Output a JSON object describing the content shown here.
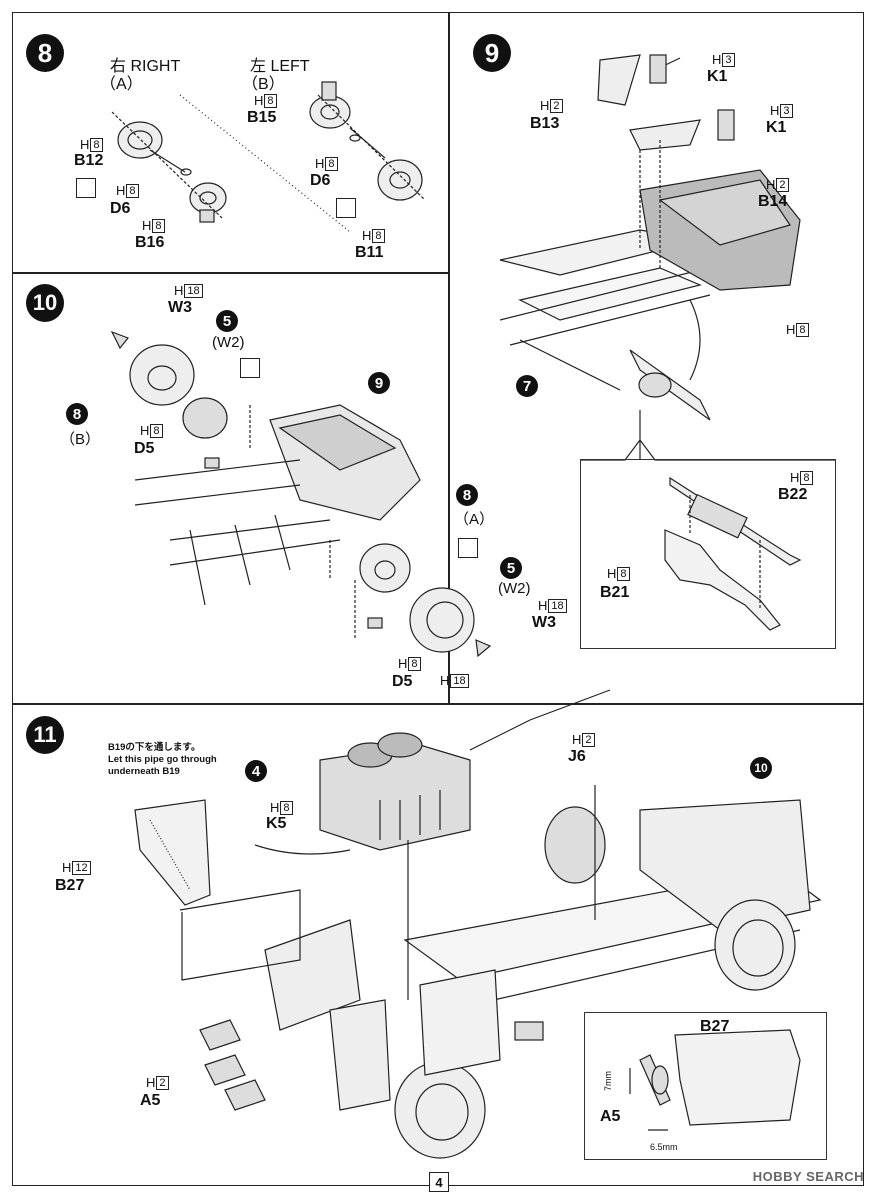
{
  "page_number": "4",
  "watermark": "HOBBY SEARCH",
  "steps": {
    "s8": {
      "number": "8",
      "right_label": "右 RIGHT",
      "right_sub": "（A）",
      "left_label": "左 LEFT",
      "left_sub": "（B）",
      "parts": [
        {
          "tag": "H",
          "box": "8",
          "name": "B12"
        },
        {
          "tag": "H",
          "box": "8",
          "name": "D6"
        },
        {
          "tag": "H",
          "box": "8",
          "name": "B16"
        },
        {
          "tag": "H",
          "box": "8",
          "name": "B15"
        },
        {
          "tag": "H",
          "box": "8",
          "name": "D6"
        },
        {
          "tag": "H",
          "box": "8",
          "name": "B11"
        }
      ]
    },
    "s9": {
      "number": "9",
      "parts": [
        {
          "tag": "H",
          "box": "3",
          "name": "K1"
        },
        {
          "tag": "H",
          "box": "2",
          "name": "B13"
        },
        {
          "tag": "H",
          "box": "3",
          "name": "K1"
        },
        {
          "tag": "H",
          "box": "2",
          "name": "B14"
        },
        {
          "tag": "H",
          "box": "8",
          "name": ""
        }
      ],
      "ref": "7",
      "inset_parts": [
        {
          "tag": "H",
          "box": "8",
          "name": "B22"
        },
        {
          "tag": "H",
          "box": "8",
          "name": "B21"
        }
      ]
    },
    "s10": {
      "number": "10",
      "parts": [
        {
          "tag": "H",
          "box": "18",
          "name": "W3"
        },
        {
          "tag": "H",
          "box": "8",
          "name": "D5"
        },
        {
          "tag": "H",
          "box": "18",
          "name": "W3"
        },
        {
          "tag": "H",
          "box": "8",
          "name": "D5"
        },
        {
          "tag": "H",
          "box": "18",
          "name": ""
        }
      ],
      "refs": {
        "r5a": "5",
        "r5a_sub": "(W2)",
        "r8b": "8",
        "r8b_sub": "（B）",
        "r9": "9",
        "r8a": "8",
        "r8a_sub": "（A）",
        "r5b": "5",
        "r5b_sub": "(W2)"
      }
    },
    "s11": {
      "number": "11",
      "note_jp": "B19の下を通します。",
      "note_en_1": "Let this pipe go through",
      "note_en_2": "underneath B19",
      "ref_engine": "4",
      "ref_chassis": "10",
      "parts": [
        {
          "tag": "H",
          "box": "8",
          "name": "K5"
        },
        {
          "tag": "H",
          "box": "12",
          "name": "B27"
        },
        {
          "tag": "H",
          "box": "2",
          "name": "J6"
        },
        {
          "tag": "H",
          "box": "2",
          "name": "A5"
        }
      ],
      "inset": {
        "b27": "B27",
        "a5": "A5",
        "dim_7": "7mm",
        "dim_65": "6.5mm"
      }
    }
  }
}
